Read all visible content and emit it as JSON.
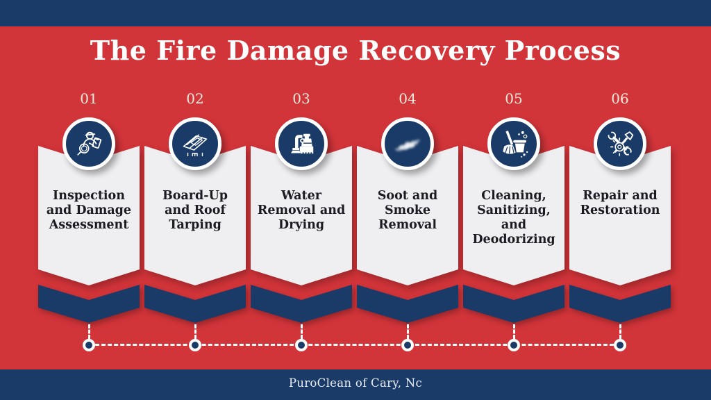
{
  "header": {
    "title": "The Fire Damage Recovery Process"
  },
  "footer": {
    "brand": "PuroClean of Cary, Nc"
  },
  "colors": {
    "background_red": "#D13439",
    "navy": "#1A3A67",
    "card_background": "#EFEFF1",
    "step_number": "#F3ECDE",
    "card_text": "#1B1B22",
    "white": "#FFFFFF"
  },
  "steps": [
    {
      "number": "01",
      "icon": "inspector-magnifier-icon",
      "label": "Inspection\nand Damage\nAssessment"
    },
    {
      "number": "02",
      "icon": "roof-tarp-icon",
      "label": "Board-Up\nand Roof\nTarping"
    },
    {
      "number": "03",
      "icon": "water-pump-icon",
      "label": "Water\nRemoval and\nDrying"
    },
    {
      "number": "04",
      "icon": "smoke-plume-icon",
      "label": "Soot and\nSmoke\nRemoval"
    },
    {
      "number": "05",
      "icon": "mop-bucket-icon",
      "label": "Cleaning,\nSanitizing,\nand\nDeodorizing"
    },
    {
      "number": "06",
      "icon": "repair-tools-icon",
      "label": "Repair and\nRestoration"
    }
  ]
}
